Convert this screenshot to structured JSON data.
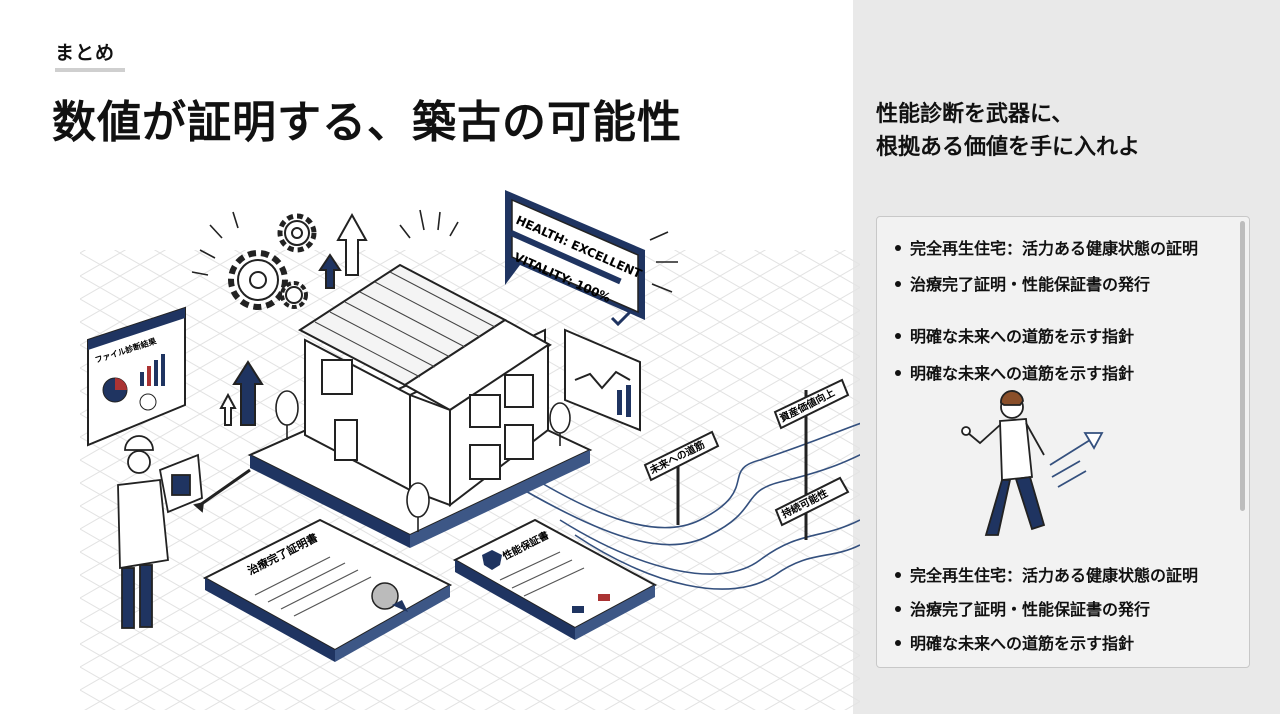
{
  "header": {
    "section_label": "まとめ",
    "title": "数値が証明する、築古の可能性"
  },
  "subtitle": {
    "line1": "性能診断を武器に、",
    "line2": "根拠ある価値を手に入れよ"
  },
  "key_points": [
    "完全再生住宅：活力ある健康状態の証明",
    "治療完了証明・性能保証書の発行",
    "明確な未来への道筋を示す指針",
    "明確な未来への道筋を示す指針",
    "完全再生住宅：活力ある健康状態の証明",
    "治療完了証明・性能保証書の発行",
    "明確な未来への道筋を示す指針"
  ],
  "illustration": {
    "health_line1": "HEALTH: EXCELLENT",
    "health_line2": "VITALITY: 100%",
    "report_screen_title": "ファイル診断結果",
    "certificate_title": "治療完了証明書",
    "warranty_title": "性能保証書",
    "sign_future": "未来への道筋",
    "sign_value": "資産価値向上",
    "sign_sustain": "持続可能性"
  },
  "colors": {
    "navy": "#1f3461",
    "line": "#222222",
    "panel": "#e9e9e9"
  }
}
